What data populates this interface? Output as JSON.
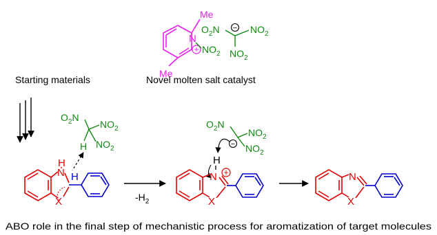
{
  "catalyst": {
    "cation": {
      "me_top": "Me",
      "me_bottom": "Me",
      "n": "N",
      "plus": "+",
      "no2": "NO",
      "no2_sub": "2"
    },
    "anion": {
      "o2n": "O",
      "o2n_sub": "2",
      "o2n_n": "N",
      "minus": "−",
      "no2_right": "NO",
      "no2_right_sub": "2",
      "no2_bottom": "NO",
      "no2_bottom_sub": "2"
    },
    "caption": "Novel molten salt catalyst"
  },
  "starting_label": "Starting materials",
  "reagent1": {
    "o2n": "O",
    "o2n_sub": "2",
    "o2n_n": "N",
    "no2_a": "NO",
    "no2_a_sub": "2",
    "h": "H",
    "no2_b": "NO",
    "no2_b_sub": "2"
  },
  "reagent2": {
    "o2n": "O",
    "o2n_sub": "2",
    "o2n_n": "N",
    "no2_a": "NO",
    "no2_a_sub": "2",
    "minus": "−",
    "no2_b": "NO",
    "no2_b_sub": "2"
  },
  "mol1": {
    "nh": "H",
    "n": "N",
    "h": "H",
    "x": "X"
  },
  "mol2": {
    "h": "H",
    "n": "N",
    "plus": "+",
    "x": "X"
  },
  "mol3": {
    "n": "N",
    "x": "X"
  },
  "arrow1_label": "-H",
  "arrow1_label_sub": "2",
  "footer": "ABO role in the final step of mechanistic process for aromatization of target molecules",
  "colors": {
    "cation": "#e61ee6",
    "anion": "#118811",
    "core": "#e60000",
    "phenyl": "#0000cc",
    "black": "#000000"
  }
}
